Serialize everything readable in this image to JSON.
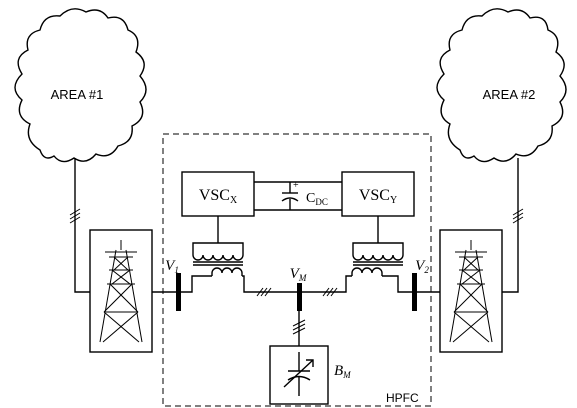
{
  "areas": {
    "left": {
      "label": "AREA #1"
    },
    "right": {
      "label": "AREA #2"
    }
  },
  "converters": {
    "x": {
      "main": "VSC",
      "sub": "X"
    },
    "y": {
      "main": "VSC",
      "sub": "Y"
    }
  },
  "capacitor": {
    "plus": "+",
    "main": "C",
    "sub": "DC"
  },
  "buses": {
    "v1": {
      "main": "V",
      "sub": "1"
    },
    "vm": {
      "main": "V",
      "sub": "M"
    },
    "v2": {
      "main": "V",
      "sub": "2"
    }
  },
  "shunt": {
    "main": "B",
    "sub": "M"
  },
  "enclosure": {
    "label": "HPFC"
  }
}
